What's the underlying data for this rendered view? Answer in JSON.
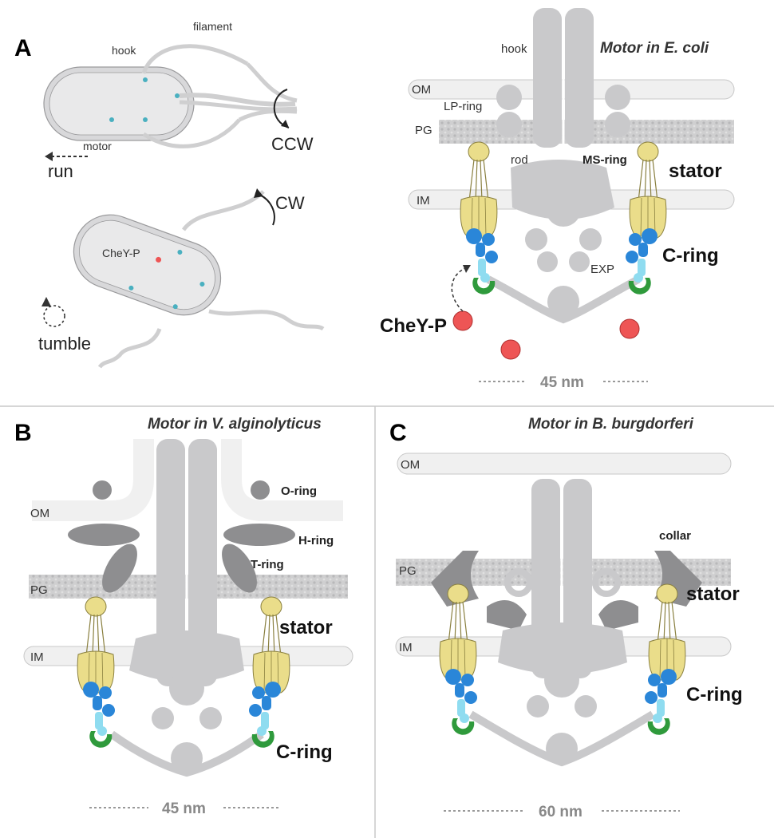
{
  "panels": {
    "a": {
      "letter": "A",
      "title": "Motor in E. coli",
      "cell_labels": {
        "hook": "hook",
        "filament": "filament",
        "motor": "motor",
        "run": "run",
        "ccw": "CCW",
        "cw": "CW",
        "tumble": "tumble",
        "chey_small": "CheY-P"
      },
      "motor_labels": {
        "hook": "hook",
        "om": "OM",
        "lp_ring": "LP-ring",
        "pg": "PG",
        "rod": "rod",
        "ms_ring": "MS-ring",
        "stator": "stator",
        "im": "IM",
        "c_ring": "C-ring",
        "exp": "EXP",
        "chey": "CheY-P"
      },
      "scale": "45 nm"
    },
    "b": {
      "letter": "B",
      "title": "Motor in V. alginolyticus",
      "labels": {
        "o_ring": "O-ring",
        "om": "OM",
        "h_ring": "H-ring",
        "t_ring": "T-ring",
        "pg": "PG",
        "stator": "stator",
        "im": "IM",
        "c_ring": "C-ring"
      },
      "scale": "45 nm"
    },
    "c": {
      "letter": "C",
      "title": "Motor in B. burgdorferi",
      "labels": {
        "om": "OM",
        "collar": "collar",
        "pg": "PG",
        "stator": "stator",
        "im": "IM",
        "c_ring": "C-ring"
      },
      "scale": "60 nm"
    }
  },
  "colors": {
    "motor_gray": "#c9c9cb",
    "dark_gray": "#8e8e90",
    "membrane": "#efefef",
    "stator_yellow": "#eadd8a",
    "blue": "#2a86d8",
    "cyan": "#8fdcf0",
    "green": "#2f9a3c",
    "red": "#ee5555"
  },
  "icons": [
    "arrow-icon",
    "rotation-arrow-icon",
    "tumble-icon"
  ]
}
